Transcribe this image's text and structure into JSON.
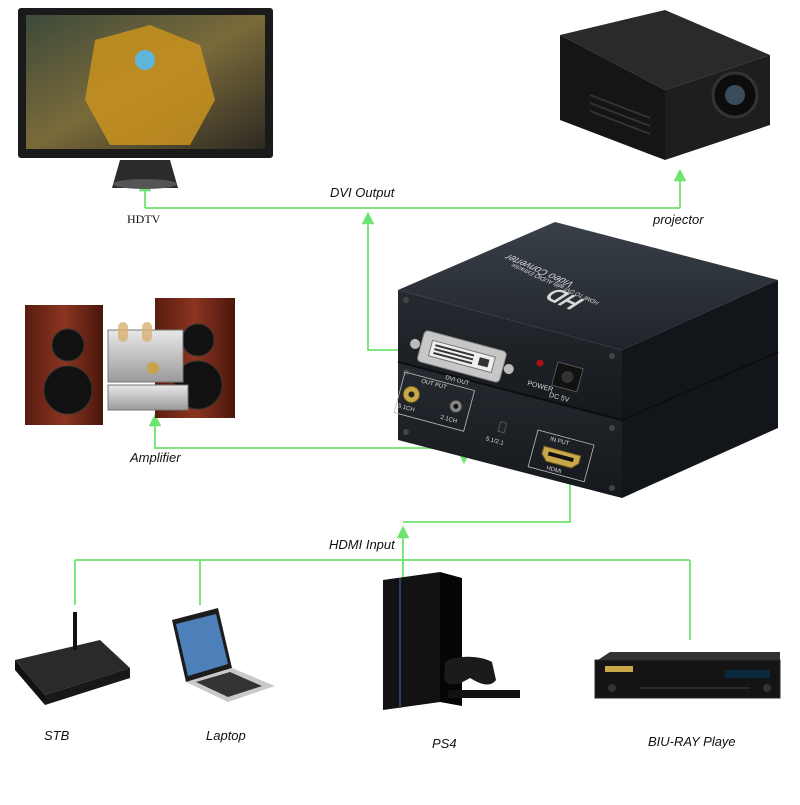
{
  "labels": {
    "hdtv": "HDTV",
    "projector": "projector",
    "dvi_output": "DVI Output",
    "amplifier": "Amplifier",
    "hdmi_input": "HDMI Input",
    "stb": "STB",
    "laptop": "Laptop",
    "ps4": "PS4",
    "bluray": "BIU-RAY Playe"
  },
  "converter": {
    "brand": "HD",
    "title": "Video Converter",
    "subtitle": "HDMI TO DVI with AUDIO Extractor",
    "dvi_out": "DVI OUT",
    "power": "POWER",
    "dc": "DC 5V",
    "output": "OUT PUT",
    "ch51": "5.1CH",
    "ch21": "2.1CH",
    "switch": "5.1/2.1",
    "input": "IN PUT",
    "hdmi": "HDMI"
  },
  "colors": {
    "connector": "#6fe36f",
    "device_body": "#1c2026",
    "speaker_wood": "#7a2a18"
  }
}
